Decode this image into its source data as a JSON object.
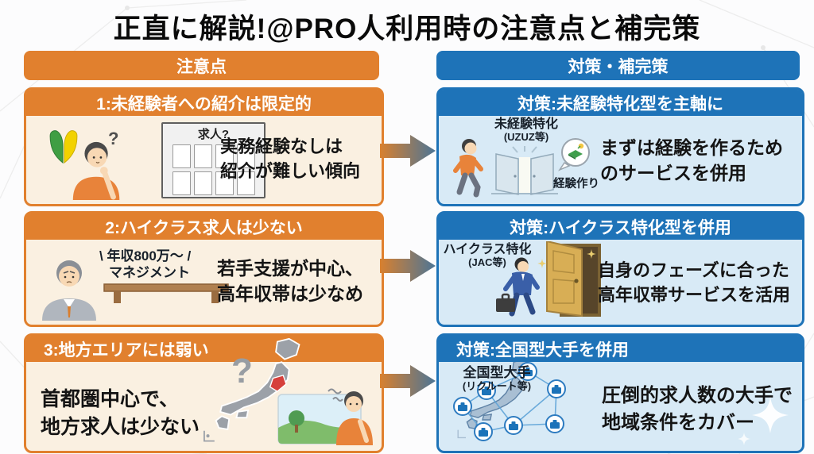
{
  "title": "正直に解説!@PRO人利用時の注意点と補完策",
  "columns": {
    "caution_header": "注意点",
    "solution_header": "対策・補完策"
  },
  "rows": [
    {
      "caution": {
        "header": "1:未経験者への紹介は限定的",
        "board_title": "求人?",
        "question_mark": "?",
        "text": "実務経験なしは\n紹介が難しい傾向"
      },
      "solution": {
        "header": "対策:未経験特化型を主軸に",
        "service_label": "未経験特化",
        "service_label_sub": "(UZUZ等)",
        "bubble_label": "経験作り",
        "text": "まずは経験を作るため\nのサービスを併用"
      }
    },
    {
      "caution": {
        "header": "2:ハイクラス求人は少ない",
        "label_line1": "\\ 年収800万〜 /",
        "label_line2": "マネジメント",
        "text": "若手支援が中心、\n高年収帯は少なめ"
      },
      "solution": {
        "header": "対策:ハイクラス特化型を併用",
        "service_label": "ハイクラス特化",
        "service_label_sub": "(JAC等)",
        "text": "自身のフェーズに合った\n高年収帯サービスを活用"
      }
    },
    {
      "caution": {
        "header": "3:地方エリアには弱い",
        "question_mark": "?",
        "text": "首都圏中心で、\n地方求人は少ない"
      },
      "solution": {
        "header": "対策:全国型大手を併用",
        "service_label": "全国型大手",
        "service_label_sub": "(リクルート等)",
        "text": "圧倒的求人数の大手で\n地域条件をカバー"
      }
    }
  ],
  "colors": {
    "caution_accent": "#E1802E",
    "solution_accent": "#1E73B8",
    "caution_body_bg": "#FAF0E1",
    "solution_body_bg": "#D8EAF6",
    "map_highlight_red": "#D6403C"
  }
}
